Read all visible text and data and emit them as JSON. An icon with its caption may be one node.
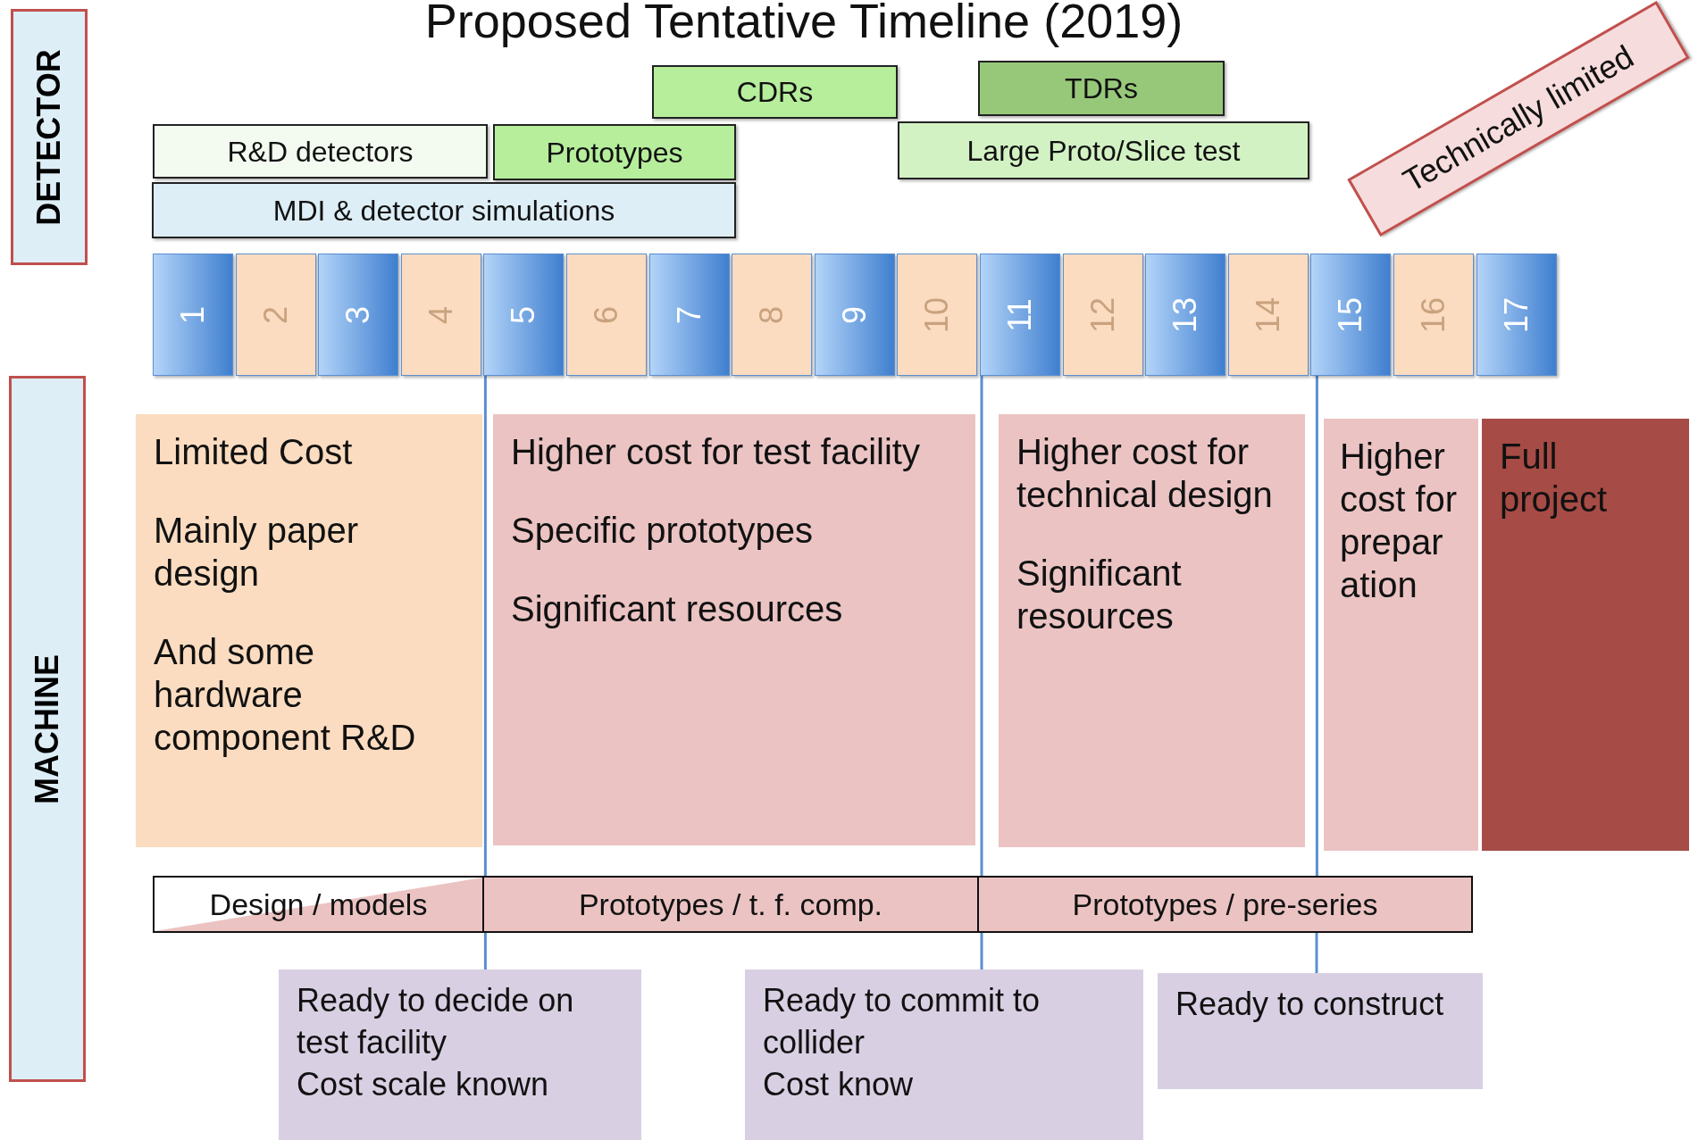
{
  "diagram": {
    "title": "Proposed Tentative Timeline (2019)",
    "nodes": [
      {
        "text": [
          "DETECTOR"
        ]
      },
      {
        "text": [
          "MACHINE"
        ]
      },
      {
        "text": [
          "CDRs"
        ]
      },
      {
        "text": [
          "TDRs"
        ]
      },
      {
        "text": [
          "R&D detectors"
        ]
      },
      {
        "text": [
          "Prototypes"
        ]
      },
      {
        "text": [
          "Large Proto/Slice test"
        ]
      },
      {
        "text": [
          "MDI & detector simulations"
        ]
      },
      {
        "text": [
          "Technically limited"
        ]
      },
      {
        "text": [
          "1"
        ]
      },
      {
        "text": [
          "2"
        ]
      },
      {
        "text": [
          "3"
        ]
      },
      {
        "text": [
          "4"
        ]
      },
      {
        "text": [
          "5"
        ]
      },
      {
        "text": [
          "6"
        ]
      },
      {
        "text": [
          "7"
        ]
      },
      {
        "text": [
          "8"
        ]
      },
      {
        "text": [
          "9"
        ]
      },
      {
        "text": [
          "10"
        ]
      },
      {
        "text": [
          "11"
        ]
      },
      {
        "text": [
          "12"
        ]
      },
      {
        "text": [
          "13"
        ]
      },
      {
        "text": [
          "14"
        ]
      },
      {
        "text": [
          "15"
        ]
      },
      {
        "text": [
          "16"
        ]
      },
      {
        "text": [
          "17"
        ]
      },
      {
        "text": [
          "Limited Cost",
          "Mainly paper design",
          "And some hardware component R&D"
        ]
      },
      {
        "text": [
          "Higher cost for test facility",
          "Specific prototypes",
          "Significant resources"
        ]
      },
      {
        "text": [
          "Higher cost for technical design",
          "Significant resources"
        ]
      },
      {
        "text": [
          "Higher cost for preparation"
        ]
      },
      {
        "text": [
          "Full project"
        ]
      },
      {
        "text": [
          "Design / models"
        ]
      },
      {
        "text": [
          "Prototypes / t. f. comp."
        ]
      },
      {
        "text": [
          "Prototypes / pre-series"
        ]
      },
      {
        "text": [
          "Ready to decide on test facility",
          "Cost scale known"
        ]
      },
      {
        "text": [
          "Ready to commit to collider",
          "Cost know"
        ]
      },
      {
        "text": [
          "Ready to construct"
        ]
      }
    ],
    "edges": [
      {
        "from": 13,
        "to": 34,
        "arrow": "none"
      },
      {
        "from": 19,
        "to": 35,
        "arrow": "none"
      },
      {
        "from": 23,
        "to": 33,
        "arrow": "none"
      },
      {
        "from": 33,
        "to": 36,
        "arrow": "none"
      }
    ]
  }
}
